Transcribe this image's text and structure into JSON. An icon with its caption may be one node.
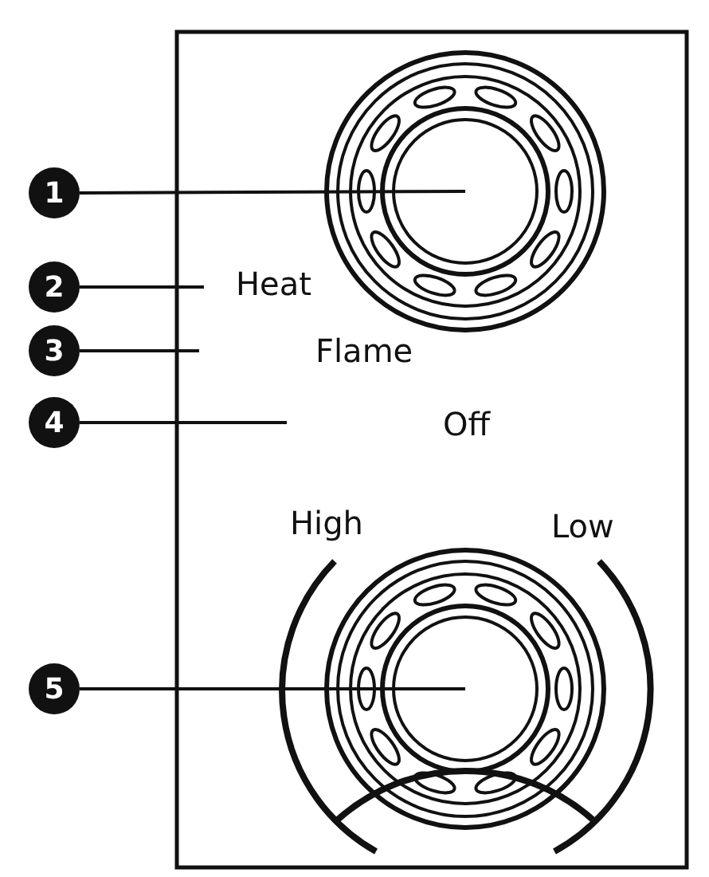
{
  "diagram": {
    "nodes": [
      {
        "text": [
          "1"
        ]
      },
      {
        "text": [
          "2"
        ]
      },
      {
        "text": [
          "3"
        ]
      },
      {
        "text": [
          "4"
        ]
      },
      {
        "text": [
          "5"
        ]
      },
      {
        "text": [],
        "shape": "circle"
      },
      {
        "text": [],
        "shape": "circle"
      }
    ],
    "edges": [
      {
        "from": 0,
        "to": 5,
        "arrow": "none"
      },
      {
        "from": 1,
        "to": null,
        "arrow": "none"
      },
      {
        "from": 2,
        "to": null,
        "arrow": "none"
      },
      {
        "from": 3,
        "to": null,
        "arrow": "none"
      },
      {
        "from": 4,
        "to": 6,
        "arrow": "none"
      }
    ],
    "labels": [
      "Heat",
      "Flame",
      "Off",
      "High",
      "Low"
    ]
  }
}
